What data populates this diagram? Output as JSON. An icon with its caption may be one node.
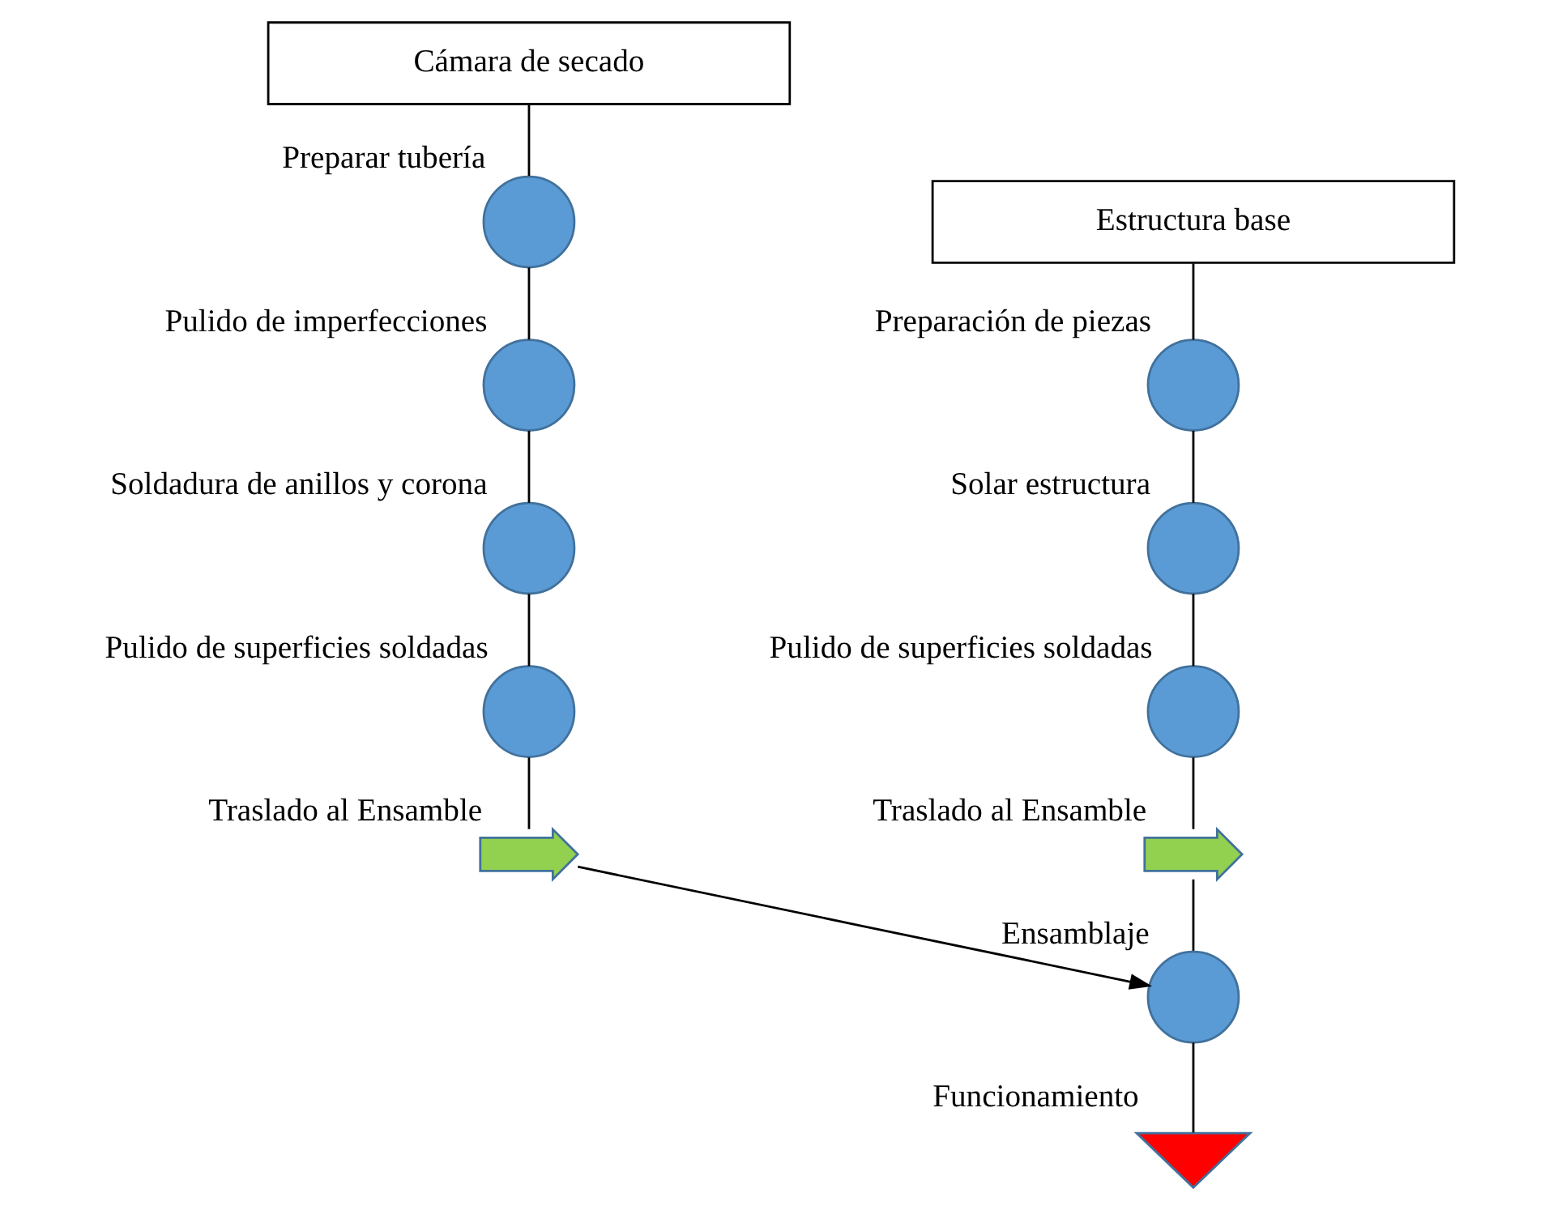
{
  "diagram": {
    "nodes": [
      {
        "text": [
          "Cámara de secado"
        ]
      },
      {
        "text": [
          "Estructura base"
        ]
      },
      {
        "text": [],
        "shape": "circle",
        "beside": [
          "Preparar tubería"
        ]
      },
      {
        "text": [],
        "shape": "circle",
        "beside": [
          "Pulido de imperfecciones"
        ]
      },
      {
        "text": [],
        "shape": "circle",
        "beside": [
          "Soldadura de anillos y corona"
        ]
      },
      {
        "text": [],
        "shape": "circle",
        "beside": [
          "Pulido de superficies soldadas"
        ]
      },
      {
        "text": [],
        "shape": "arrow",
        "beside": [
          "Traslado al Ensamble"
        ]
      },
      {
        "text": [],
        "shape": "circle",
        "beside": [
          "Preparación de piezas"
        ]
      },
      {
        "text": [],
        "shape": "circle",
        "beside": [
          "Solar estructura"
        ]
      },
      {
        "text": [],
        "shape": "circle",
        "beside": [
          "Pulido de superficies soldadas"
        ]
      },
      {
        "text": [],
        "shape": "arrow",
        "beside": [
          "Traslado al Ensamble"
        ]
      },
      {
        "text": [],
        "shape": "circle",
        "beside": [
          "Ensamblaje"
        ]
      },
      {
        "text": [],
        "shape": "triangle",
        "beside": [
          "Funcionamiento"
        ]
      }
    ],
    "edges": [
      {
        "from": 0,
        "to": 2,
        "arrow": "none"
      },
      {
        "from": 2,
        "to": 3,
        "arrow": "none"
      },
      {
        "from": 3,
        "to": 4,
        "arrow": "none"
      },
      {
        "from": 4,
        "to": 5,
        "arrow": "none"
      },
      {
        "from": 5,
        "to": 6,
        "arrow": "none"
      },
      {
        "from": 6,
        "to": 11,
        "arrow": "to"
      },
      {
        "from": 1,
        "to": 7,
        "arrow": "none"
      },
      {
        "from": 7,
        "to": 8,
        "arrow": "none"
      },
      {
        "from": 8,
        "to": 9,
        "arrow": "none"
      },
      {
        "from": 9,
        "to": 10,
        "arrow": "none"
      },
      {
        "from": 10,
        "to": 11,
        "arrow": "none"
      },
      {
        "from": 11,
        "to": 12,
        "arrow": "none"
      }
    ]
  }
}
